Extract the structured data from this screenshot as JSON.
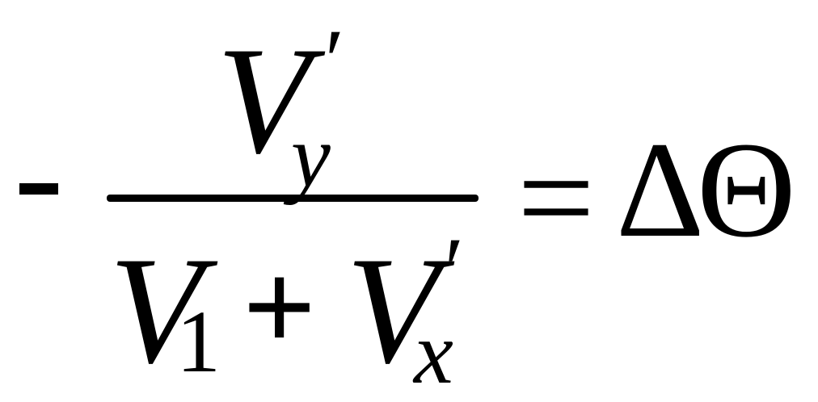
{
  "equation": {
    "sign": "-",
    "numerator": {
      "symbol": "V",
      "prime": "′",
      "subscript": "y"
    },
    "denominator": {
      "term1_symbol": "V",
      "term1_subscript": "1",
      "operator": "+",
      "term2_symbol": "V",
      "term2_prime": "′",
      "term2_subscript": "x"
    },
    "relation": "=",
    "rhs_delta": "Δ",
    "rhs_theta": "Θ"
  }
}
